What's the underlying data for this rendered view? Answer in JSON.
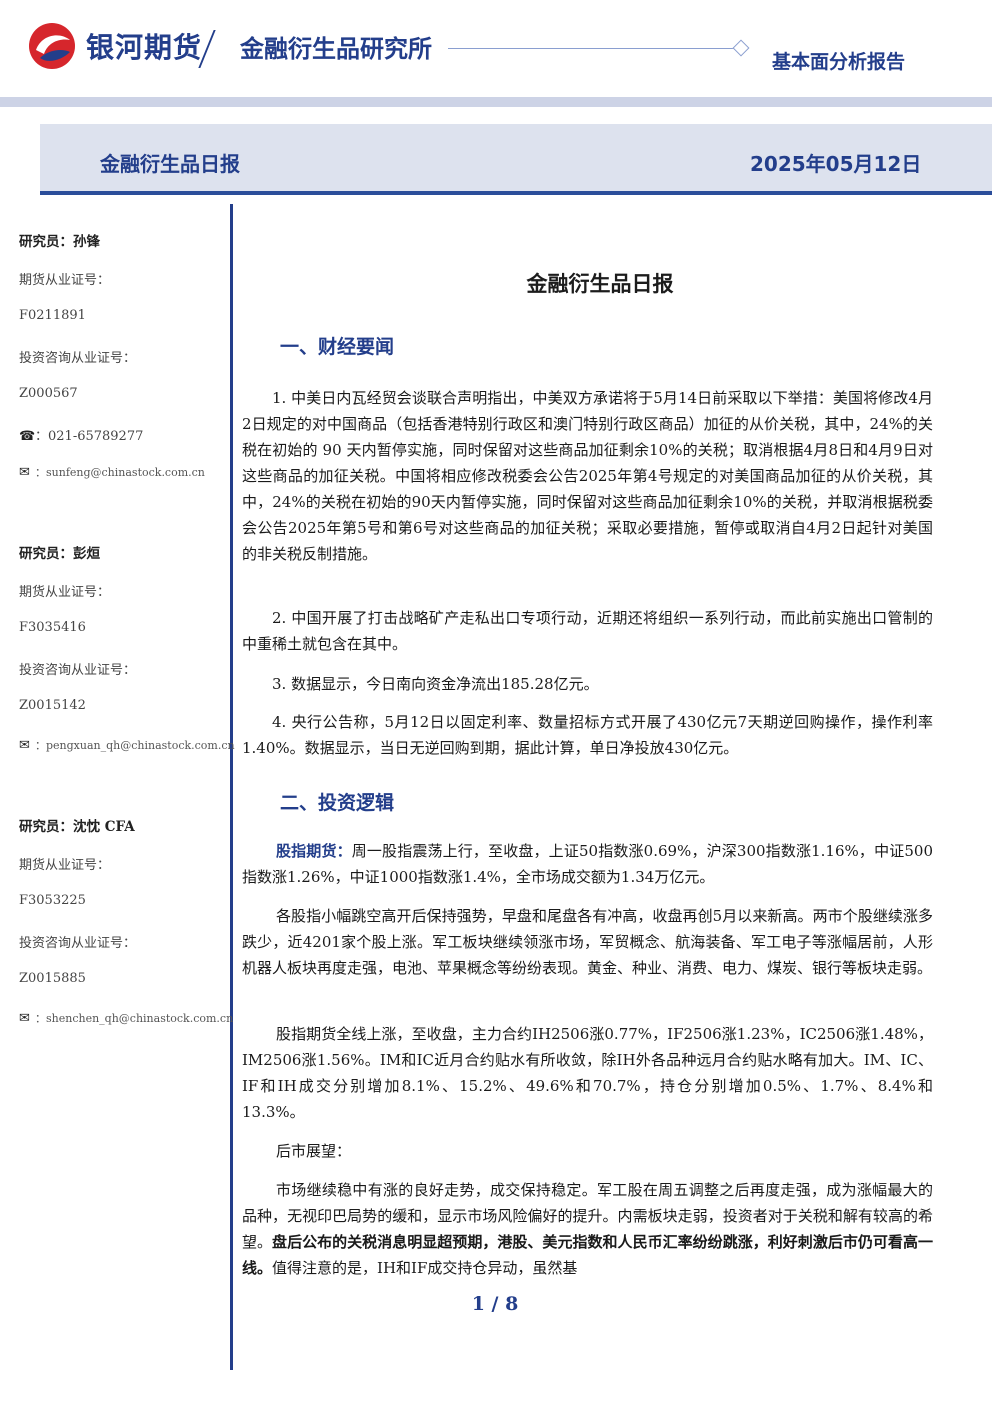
{
  "header": {
    "brand": "银河期货",
    "institute": "金融衍生品研究所",
    "report_type": "基本面分析报告"
  },
  "banner": {
    "title": "金融衍生品日报",
    "date": "2025年05月12日"
  },
  "analysts": [
    {
      "name": "研究员：孙锋",
      "futures_cert_label": "期货从业证号：",
      "futures_cert": "F0211891",
      "invest_cert_label": "投资咨询从业证号：",
      "invest_cert": "Z000567",
      "phone": "：021-65789277",
      "email": "：sunfeng@chinastock.com.cn"
    },
    {
      "name": "研究员：彭烜",
      "futures_cert_label": "期货从业证号：",
      "futures_cert": "F3035416",
      "invest_cert_label": "投资咨询从业证号：",
      "invest_cert": "Z0015142",
      "email": "：pengxuan_qh@chinastock.com.cn"
    },
    {
      "name": "研究员：沈忱  CFA",
      "futures_cert_label": "期货从业证号：",
      "futures_cert": "F3053225",
      "invest_cert_label": "投资咨询从业证号：",
      "invest_cert": "Z0015885",
      "email": "：shenchen_qh@chinastock.com.cn"
    }
  ],
  "body": {
    "title": "金融衍生品日报",
    "section1": {
      "heading": "一、财经要闻",
      "items": [
        "1. 中美日内瓦经贸会谈联合声明指出，中美双方承诺将于5月14日前采取以下举措：美国将修改4月2日规定的对中国商品（包括香港特别行政区和澳门特别行政区商品）加征的从价关税，其中，24%的关税在初始的 90 天内暂停实施，同时保留对这些商品加征剩余10%的关税；取消根据4月8日和4月9日对这些商品的加征关税。中国将相应修改税委会公告2025年第4号规定的对美国商品加征的从价关税，其中，24%的关税在初始的90天内暂停实施，同时保留对这些商品加征剩余10%的关税，并取消根据税委会公告2025年第5号和第6号对这些商品的加征关税；采取必要措施，暂停或取消自4月2日起针对美国的非关税反制措施。",
        "2. 中国开展了打击战略矿产走私出口专项行动，近期还将组织一系列行动，而此前实施出口管制的中重稀土就包含在其中。",
        "3. 数据显示，今日南向资金净流出185.28亿元。",
        "4. 央行公告称，5月12日以固定利率、数量招标方式开展了430亿元7天期逆回购操作，操作利率1.40%。数据显示，当日无逆回购到期，据此计算，单日净投放430亿元。"
      ]
    },
    "section2": {
      "heading": "二、投资逻辑",
      "p1_lead": "股指期货：",
      "p1": "周一股指震荡上行，至收盘，上证50指数涨0.69%，沪深300指数涨1.16%，中证500指数涨1.26%，中证1000指数涨1.4%，全市场成交额为1.34万亿元。",
      "p2": "各股指小幅跳空高开后保持强势，早盘和尾盘各有冲高，收盘再创5月以来新高。两市个股继续涨多跌少，近4201家个股上涨。军工板块继续领涨市场，军贸概念、航海装备、军工电子等涨幅居前，人形机器人板块再度走强，电池、苹果概念等纷纷表现。黄金、种业、消费、电力、煤炭、银行等板块走弱。",
      "p3": "股指期货全线上涨，至收盘，主力合约IH2506涨0.77%，IF2506涨1.23%，IC2506涨1.48%，IM2506涨1.56%。IM和IC近月合约贴水有所收敛，除IH外各品种远月合约贴水略有加大。IM、IC、IF和IH成交分别增加8.1%、15.2%、49.6%和70.7%，持仓分别增加0.5%、1.7%、8.4%和13.3%。",
      "outlook_label": "后市展望：",
      "p4_a": "市场继续稳中有涨的良好走势，成交保持稳定。军工股在周五调整之后再度走强，成为涨幅最大的品种，无视印巴局势的缓和，显示市场风险偏好的提升。内需板块走弱，投资者对于关税和解有较高的希望。",
      "p4_bold": "盘后公布的关税消息明显超预期，港股、美元指数和人民币汇率纷纷跳涨，利好刺激后市仍可看高一线。",
      "p4_c": "值得注意的是，IH和IF成交持仓异动，虽然基"
    }
  },
  "footer": {
    "page": "1 / 8"
  },
  "colors": {
    "brand": "#233e8b",
    "banner": "#dde2ee",
    "logo_red": "#d6262c"
  }
}
